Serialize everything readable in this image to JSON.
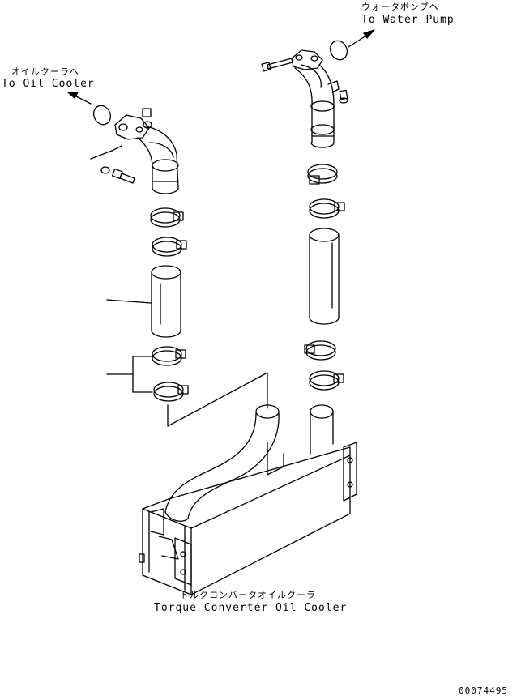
{
  "labels": {
    "water_pump_jp": "ウォータポンプへ",
    "water_pump_en": "To Water Pump",
    "oil_cooler_jp": "オイルクーラへ",
    "oil_cooler_en": "To Oil Cooler",
    "converter_jp": "トルクコンバータオイルクーラ",
    "converter_en": "Torque Converter Oil Cooler",
    "drawing_number": "00074495"
  }
}
